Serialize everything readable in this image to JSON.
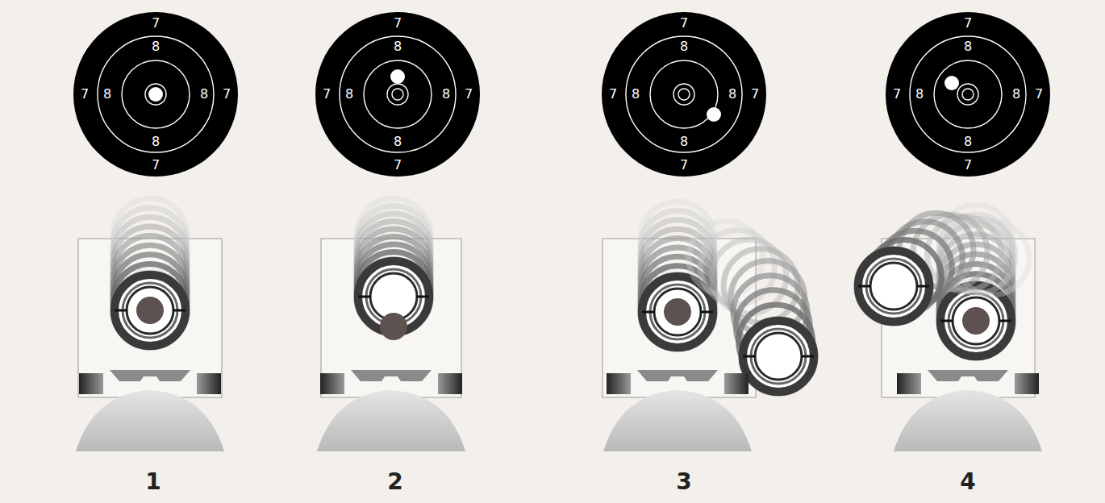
{
  "diagram": {
    "nodes": [
      {
        "text": [
          "7",
          "8",
          "7",
          "8",
          "8",
          "7",
          "8",
          "7"
        ]
      },
      {
        "text": [
          "7",
          "8",
          "7",
          "8",
          "8",
          "7",
          "8",
          "7"
        ]
      },
      {
        "text": [
          "7",
          "8",
          "7",
          "8",
          "8",
          "7",
          "8",
          "7"
        ]
      },
      {
        "text": [
          "7",
          "8",
          "7",
          "8",
          "8",
          "7",
          "8",
          "7"
        ]
      }
    ],
    "labels": [
      "1",
      "2",
      "3",
      "4"
    ]
  }
}
